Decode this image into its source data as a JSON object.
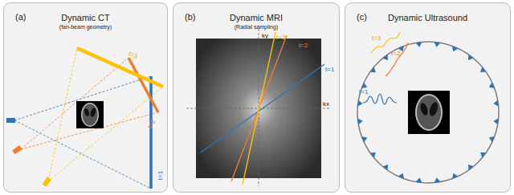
{
  "diagram": {
    "nodes": [
      {
        "text": [
          "(a)",
          "Dynamic CT",
          "(fan-beam geometry)"
        ]
      },
      {
        "text": [
          "(b)",
          "Dynamic MRI",
          "(Radial sampling)"
        ]
      },
      {
        "text": [
          "(c)",
          "Dynamic Ultrasound"
        ]
      }
    ],
    "labels": [
      "t=1",
      "t=2",
      "t=3",
      "ky",
      "kx",
      "t=1",
      "t=2",
      "t=3",
      "t=1",
      "t=2",
      "t=3"
    ]
  }
}
